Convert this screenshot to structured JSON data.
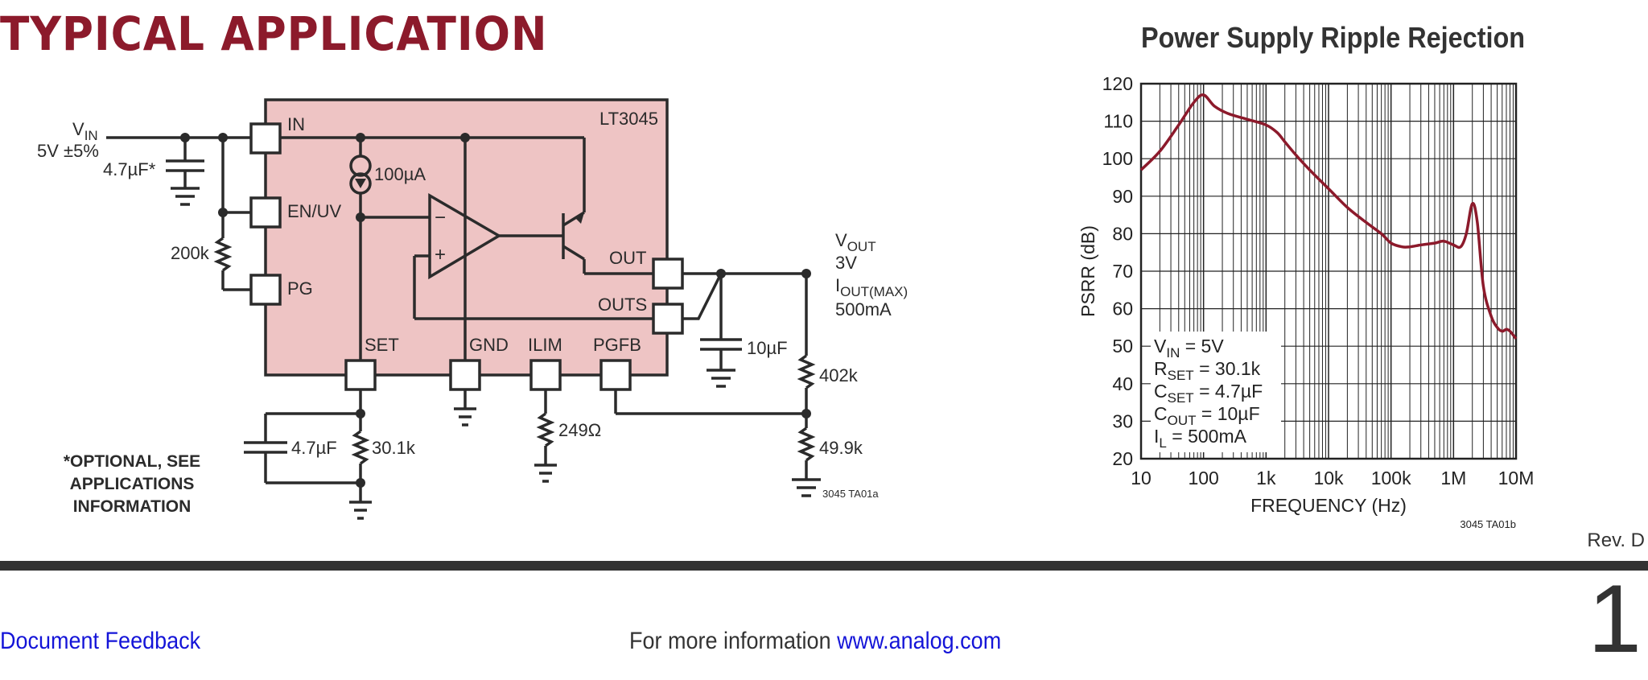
{
  "heading": "TYPICAL APPLICATION",
  "circuit": {
    "vin_label": "V",
    "vin_sub": "IN",
    "vin_value": "5V ±5%",
    "cin": "4.7µF*",
    "r_pg": "200k",
    "ic_name": "LT3045",
    "current_source": "100µA",
    "pins": {
      "in": "IN",
      "enuv": "EN/UV",
      "pg": "PG",
      "out": "OUT",
      "outs": "OUTS",
      "set": "SET",
      "gnd": "GND",
      "ilim": "ILIM",
      "pgfb": "PGFB"
    },
    "opamp_minus": "−",
    "opamp_plus": "+",
    "vout_label": "V",
    "vout_sub": "OUT",
    "vout_value": "3V",
    "iout_label": "I",
    "iout_sub": "OUT(MAX)",
    "iout_value": "500mA",
    "cout": "10µF",
    "r_top": "402k",
    "r_bot": "49.9k",
    "c_set": "4.7µF",
    "r_set": "30.1k",
    "r_ilim": "249Ω",
    "note_lines": [
      "*OPTIONAL, SEE",
      "APPLICATIONS",
      "INFORMATION"
    ],
    "figure_id": "3045 TA01a"
  },
  "chart_title": "Power Supply Ripple Rejection",
  "chart_data": {
    "type": "line",
    "title": "Power Supply Ripple Rejection",
    "xlabel": "FREQUENCY (Hz)",
    "ylabel": "PSRR (dB)",
    "xscale": "log",
    "xlim": [
      10,
      10000000
    ],
    "ylim": [
      20,
      120
    ],
    "xticks": [
      "10",
      "100",
      "1k",
      "10k",
      "100k",
      "1M",
      "10M"
    ],
    "yticks": [
      "20",
      "30",
      "40",
      "50",
      "60",
      "70",
      "80",
      "90",
      "100",
      "110",
      "120"
    ],
    "grid": true,
    "color": "#8c1a2b",
    "x": [
      10,
      20,
      40,
      70,
      100,
      150,
      250,
      500,
      1000,
      1500,
      2000,
      3000,
      5000,
      10000,
      20000,
      40000,
      70000,
      100000,
      150000,
      200000,
      300000,
      500000,
      700000,
      1000000,
      1300000,
      1600000,
      2000000,
      2400000,
      3000000,
      4000000,
      5000000,
      6000000,
      7000000,
      8000000,
      10000000
    ],
    "y": [
      97,
      102,
      109,
      115,
      117,
      114,
      112,
      110.5,
      109,
      107,
      104.5,
      101,
      97,
      92,
      87,
      83,
      80,
      77.5,
      76.5,
      76.5,
      77,
      77.5,
      78,
      77,
      76.5,
      80,
      88,
      83,
      66,
      58,
      55,
      54,
      54.5,
      54,
      52
    ],
    "annotation_lines": [
      {
        "main": "V",
        "sub": "IN",
        "rest": " = 5V"
      },
      {
        "main": "R",
        "sub": "SET",
        "rest": " = 30.1k"
      },
      {
        "main": "C",
        "sub": "SET",
        "rest": " = 4.7µF"
      },
      {
        "main": "C",
        "sub": "OUT",
        "rest": " = 10µF"
      },
      {
        "main": "I",
        "sub": "L",
        "rest": " = 500mA"
      }
    ],
    "figure_id": "3045 TA01b"
  },
  "revision": "Rev. D",
  "page_number": "1",
  "footer": {
    "feedback_link": "Document Feedback",
    "more_info_text": "For more information ",
    "more_info_link": "www.analog.com"
  },
  "colors": {
    "accent": "#8c1a2b",
    "ic_fill": "#eec4c4",
    "link": "#1414d8"
  }
}
